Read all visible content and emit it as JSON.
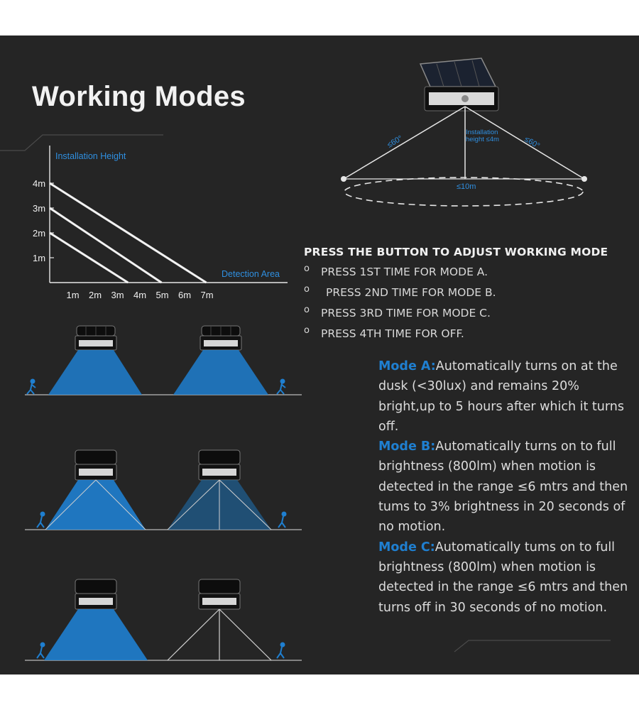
{
  "page": {
    "title": "Working Modes",
    "background": "#252525",
    "accent": "#1f7fd0"
  },
  "height_chart": {
    "y_axis_title": "Installation Height",
    "x_axis_title": "Detection Area",
    "y_ticks": [
      "1m",
      "2m",
      "3m",
      "4m"
    ],
    "x_ticks": [
      "1m",
      "2m",
      "3m",
      "4m",
      "5m",
      "6m",
      "7m"
    ],
    "lines": [
      {
        "height_m": 4,
        "reach_m": 7
      },
      {
        "height_m": 3,
        "reach_m": 5
      },
      {
        "height_m": 2,
        "reach_m": 3.5
      }
    ]
  },
  "top_diagram": {
    "left_angle": "≤60°",
    "right_angle": "≤60°",
    "height_label": "Installation height ≤4m",
    "range_label": "≤10m"
  },
  "instructions": {
    "heading": "PRESS THE BUTTON TO ADJUST WORKING MODE",
    "bullet": "o",
    "steps": [
      "PRESS 1ST TIME FOR MODE A.",
      "PRESS 2ND TIME FOR MODE B.",
      "PRESS 3RD TIME FOR MODE C.",
      "PRESS 4TH TIME FOR OFF."
    ]
  },
  "modes": [
    {
      "label": "Mode A:",
      "text": "Automatically turns on at the dusk (<30lux) and remains 20% bright,up to 5 hours after which it turns off."
    },
    {
      "label": "Mode B:",
      "text": "Automatically turns on to full brightness (800lm) when motion is detected in the range ≤6 mtrs and then tums to 3% brightness in 20 seconds of no motion."
    },
    {
      "label": "Mode C:",
      "text": "Automatically tums on to full brightness (800lm) when motion is detected in the range ≤6 mtrs and then turns off in 30 seconds of no motion."
    }
  ]
}
